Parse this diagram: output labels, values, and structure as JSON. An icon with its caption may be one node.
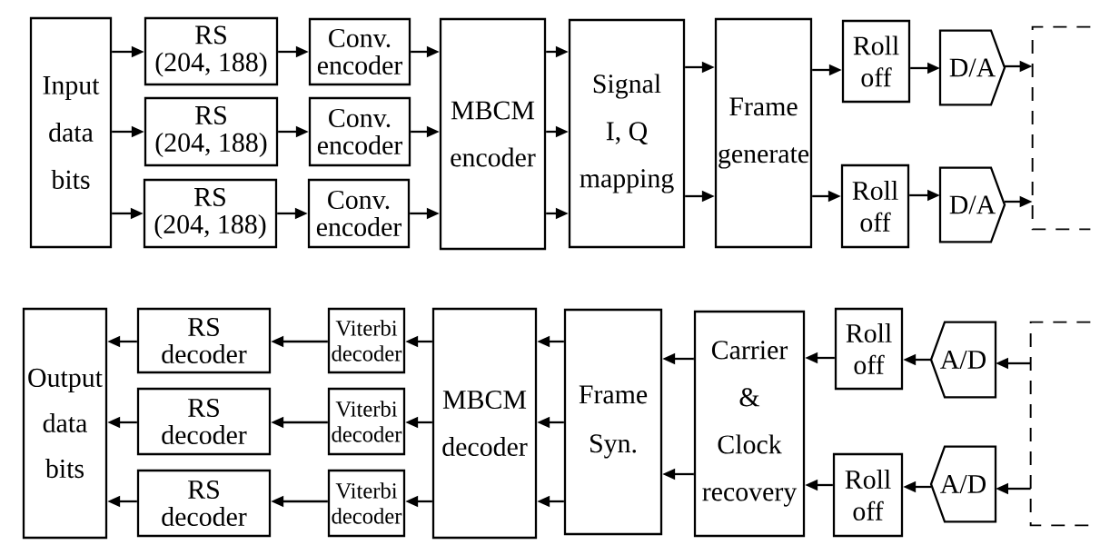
{
  "diagram": {
    "nodes": [
      {
        "text": [
          "Input data bits"
        ]
      },
      {
        "text": [
          "RS (204, 188)"
        ]
      },
      {
        "text": [
          "RS (204, 188)"
        ]
      },
      {
        "text": [
          "RS (204, 188)"
        ]
      },
      {
        "text": [
          "Conv. encoder"
        ]
      },
      {
        "text": [
          "Conv. encoder"
        ]
      },
      {
        "text": [
          "Conv. encoder"
        ]
      },
      {
        "text": [
          "MBCM encoder"
        ]
      },
      {
        "text": [
          "Signal I, Q mapping"
        ]
      },
      {
        "text": [
          "Frame generate"
        ]
      },
      {
        "text": [
          "Roll off"
        ]
      },
      {
        "text": [
          "Roll off"
        ]
      },
      {
        "text": [
          "D/A"
        ]
      },
      {
        "text": [
          "D/A"
        ]
      },
      {
        "text": [],
        "shape": "box"
      },
      {
        "text": [
          "Output data bits"
        ]
      },
      {
        "text": [
          "RS decoder"
        ]
      },
      {
        "text": [
          "RS decoder"
        ]
      },
      {
        "text": [
          "RS decoder"
        ]
      },
      {
        "text": [
          "Viterbi decoder"
        ]
      },
      {
        "text": [
          "Viterbi decoder"
        ]
      },
      {
        "text": [
          "Viterbi decoder"
        ]
      },
      {
        "text": [
          "MBCM decoder"
        ]
      },
      {
        "text": [
          "Frame Syn."
        ]
      },
      {
        "text": [
          "Carrier & Clock recovery"
        ]
      },
      {
        "text": [
          "Roll off"
        ]
      },
      {
        "text": [
          "Roll off"
        ]
      },
      {
        "text": [
          "A/D"
        ]
      },
      {
        "text": [
          "A/D"
        ]
      },
      {
        "text": [],
        "shape": "box"
      }
    ],
    "edges": [
      {
        "from": 0,
        "to": 1,
        "arrow": "to"
      },
      {
        "from": 0,
        "to": 2,
        "arrow": "to"
      },
      {
        "from": 0,
        "to": 3,
        "arrow": "to"
      },
      {
        "from": 1,
        "to": 4,
        "arrow": "to"
      },
      {
        "from": 2,
        "to": 5,
        "arrow": "to"
      },
      {
        "from": 3,
        "to": 6,
        "arrow": "to"
      },
      {
        "from": 4,
        "to": 7,
        "arrow": "to"
      },
      {
        "from": 5,
        "to": 7,
        "arrow": "to"
      },
      {
        "from": 6,
        "to": 7,
        "arrow": "to"
      },
      {
        "from": 7,
        "to": 8,
        "arrow": "to"
      },
      {
        "from": 7,
        "to": 8,
        "arrow": "to"
      },
      {
        "from": 7,
        "to": 8,
        "arrow": "to"
      },
      {
        "from": 8,
        "to": 9,
        "arrow": "to"
      },
      {
        "from": 8,
        "to": 9,
        "arrow": "to"
      },
      {
        "from": 9,
        "to": 10,
        "arrow": "to"
      },
      {
        "from": 9,
        "to": 11,
        "arrow": "to"
      },
      {
        "from": 10,
        "to": 12,
        "arrow": "to"
      },
      {
        "from": 11,
        "to": 13,
        "arrow": "to"
      },
      {
        "from": 12,
        "to": 14,
        "arrow": "to"
      },
      {
        "from": 13,
        "to": 14,
        "arrow": "to"
      },
      {
        "from": 29,
        "to": 27,
        "arrow": "to"
      },
      {
        "from": 29,
        "to": 28,
        "arrow": "to"
      },
      {
        "from": 27,
        "to": 25,
        "arrow": "to"
      },
      {
        "from": 28,
        "to": 26,
        "arrow": "to"
      },
      {
        "from": 25,
        "to": 24,
        "arrow": "to"
      },
      {
        "from": 26,
        "to": 24,
        "arrow": "to"
      },
      {
        "from": 24,
        "to": 23,
        "arrow": "to"
      },
      {
        "from": 24,
        "to": 23,
        "arrow": "to"
      },
      {
        "from": 23,
        "to": 22,
        "arrow": "to"
      },
      {
        "from": 23,
        "to": 22,
        "arrow": "to"
      },
      {
        "from": 23,
        "to": 22,
        "arrow": "to"
      },
      {
        "from": 22,
        "to": 19,
        "arrow": "to"
      },
      {
        "from": 22,
        "to": 20,
        "arrow": "to"
      },
      {
        "from": 22,
        "to": 21,
        "arrow": "to"
      },
      {
        "from": 19,
        "to": 16,
        "arrow": "to"
      },
      {
        "from": 20,
        "to": 17,
        "arrow": "to"
      },
      {
        "from": 21,
        "to": 18,
        "arrow": "to"
      },
      {
        "from": 16,
        "to": 15,
        "arrow": "to"
      },
      {
        "from": 17,
        "to": 15,
        "arrow": "to"
      },
      {
        "from": 18,
        "to": 15,
        "arrow": "to"
      }
    ]
  }
}
